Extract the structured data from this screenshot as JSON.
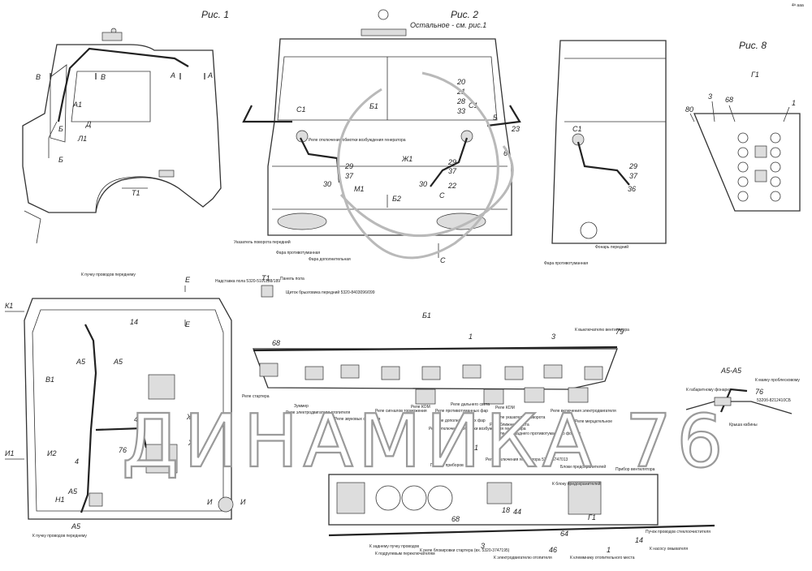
{
  "corner_mark": "4ᴬ ааа",
  "figures": {
    "fig1": {
      "title": "Рис. 1"
    },
    "fig2": {
      "title": "Рис. 2",
      "subtitle": "Остальное - см. рис.1"
    },
    "fig8": {
      "title": "Рис. 8"
    }
  },
  "letters": {
    "V": "В",
    "A": "А",
    "A1": "А1",
    "B_": "Б",
    "D": "Д",
    "L1": "Л1",
    "T1": "Т1",
    "C1": "С1",
    "B1": "Б1",
    "M1": "М1",
    "B2": "Б2",
    "C": "С",
    "Zh1": "Ж1",
    "G1": "Г1",
    "E": "Е",
    "K1": "К1",
    "A5": "А5",
    "V1": "В1",
    "I1": "И1",
    "I2": "И2",
    "N1": "Н1",
    "I": "И",
    "Zh": "Ж",
    "A5A5": "А5-А5"
  },
  "numbers": {
    "n20": "20",
    "n21": "21",
    "n28": "28",
    "n33": "33",
    "n5": "5",
    "n23": "23",
    "n6": "6",
    "n29": "29",
    "n37": "37",
    "n30": "30",
    "n22": "22",
    "n36": "36",
    "n80": "80",
    "n3": "3",
    "n68": "68",
    "n1": "1",
    "n14": "14",
    "n4": "4",
    "n76": "76",
    "n79": "79",
    "n18": "18",
    "n44": "44",
    "n64": "64",
    "n46": "46"
  },
  "captions": {
    "relay_gen": "Реле отключения обмотки возбуждения генератора",
    "turn_front": "Указатель поворота передний",
    "fog_lamp": "Фара противотуманная",
    "aux_lamp": "Фара дополнительная",
    "front_lamp": "Фонарь передний",
    "fog_lamp2": "Фара противотуманная",
    "plate": "Надставка пола 5320-5101188/189",
    "floor_panel": "Панель пола",
    "mud_shield": "Щиток брызговика передний 5320-8403096/099",
    "harness_front": "К пучку проводов переднему",
    "harness_front2": "К пучку проводов переднему",
    "relay_starter": "Реле стартера",
    "buzzer": "Зуммер",
    "relay_heater": "Реле электродвигателя отопителя",
    "relay_sound": "Реле звуковых сигналов",
    "relay_signals": "Реле сигналов торможения",
    "relay_kom": "Реле КОМ",
    "relay_fog": "Реле противотуманных фар",
    "relay_far": "Реле дальнего света",
    "relay_aux": "Реле дополнительных фар",
    "relay_kom2": "Реле КОМ",
    "relay_turn": "Реле указателей поворота",
    "relay_near": "Реле ближнего света",
    "relay_rear": "Реле отключения обмотки возбуждения генератора",
    "relay_wipers": "Реле фар заднего противотуманного фонаря",
    "relay_pump": "Реле включения электродвигателя",
    "relay_warn": "Реле мерцательное",
    "to_fan": "К выключателю вентилятора",
    "panel_instruments": "Панель приборов",
    "relay_cut": "Реле отключения генератора 5320-3747013",
    "to_block": "К блоку предохранителей",
    "fuse_block": "Блоки предохранителей",
    "device_panel": "Прибор вентилятора",
    "washer": "Пучок проводов стеклоочистителя",
    "to_pump": "К насосу омывателя",
    "to_rear_harness": "К заднему пучку проводов",
    "to_wiper_switch": "К подрулевым переключателям",
    "to_relay": "К реле блокировки стартера (вх. 5320-3747195)",
    "to_ecu": "К электродвигателю отопителя",
    "to_wash": "К клеммнику отопительного места",
    "a5_cap1": "К маяку проблесковому",
    "a5_cap2": "К габаритному фонарю",
    "a5_cap3": "5320б-8212410СБ",
    "roof": "Крыша кабины"
  },
  "watermark": "ДИНАМИКА 76"
}
